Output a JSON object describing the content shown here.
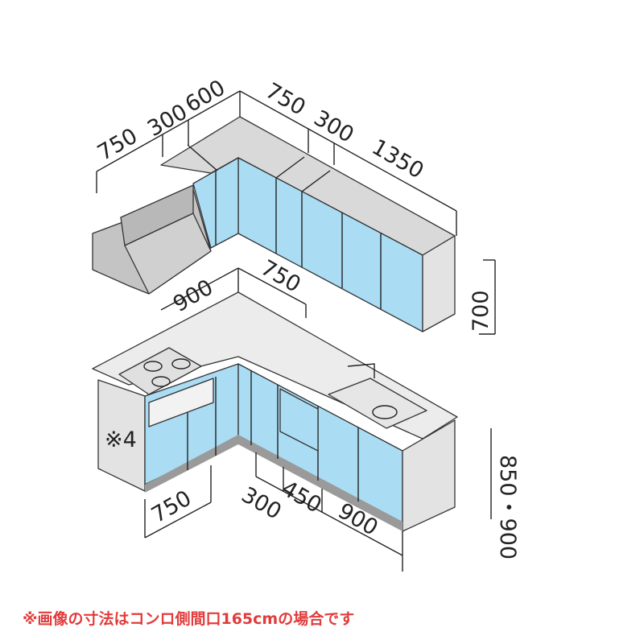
{
  "colors": {
    "door": "#aadcf4",
    "top": "#d9d9d9",
    "side": "#e3e3e3",
    "hood": "#c4c4c4",
    "plinth": "#9a9a9a",
    "note": "#e23b3b"
  },
  "upper_dims": {
    "left_750": "750",
    "left_300": "300",
    "left_600": "600",
    "right_750": "750",
    "right_300": "300",
    "right_1350": "1350",
    "height": "700"
  },
  "base_dims": {
    "top_900": "900",
    "top_750": "750",
    "bottom_750": "750",
    "bottom_300": "300",
    "bottom_450": "450",
    "bottom_900": "900",
    "height": "850・900",
    "side_note": "※4"
  },
  "footnote": "※画像の寸法はコンロ側間口165cmの場合です"
}
